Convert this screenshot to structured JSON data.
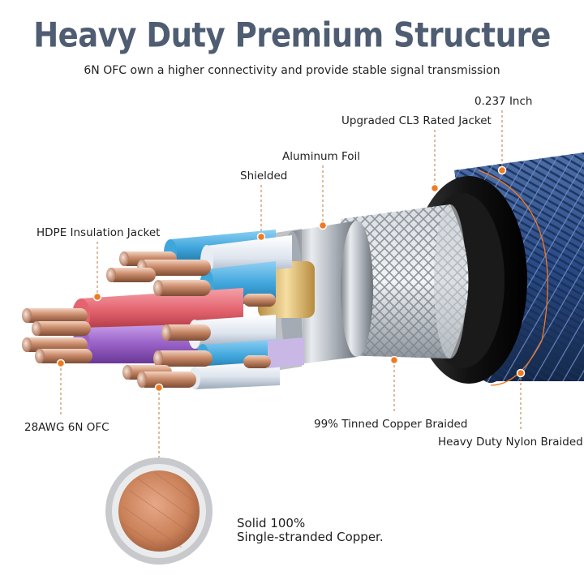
{
  "title": "Heavy Duty Premium Structure",
  "subtitle": "6N OFC own a higher connectivity and provide stable signal transmission",
  "labels": {
    "diameter": "0.237 Inch",
    "jacket": "Upgraded CL3 Rated Jacket",
    "foil": "Aluminum Foil",
    "shielded": "Shielded",
    "hdpe": "HDPE Insulation Jacket",
    "awg": "28AWG 6N OFC",
    "tinned": "99% Tinned Copper Braided",
    "nylon": "Heavy Duty Nylon Braided"
  },
  "copper_note": {
    "line1": "Solid 100%",
    "line2": "Single-stranded Copper."
  },
  "colors": {
    "title": "#4f5d72",
    "leader": "#c98e5a",
    "dot": "#f07a22",
    "copper": "#c98158",
    "nylon": "#2a4a86",
    "red_wire": "#e3646f",
    "purple_wire": "#9a63c8",
    "blue_wire": "#3fa6dc",
    "white_wire": "#dde4ee",
    "gold_wire": "#e4c27e"
  }
}
